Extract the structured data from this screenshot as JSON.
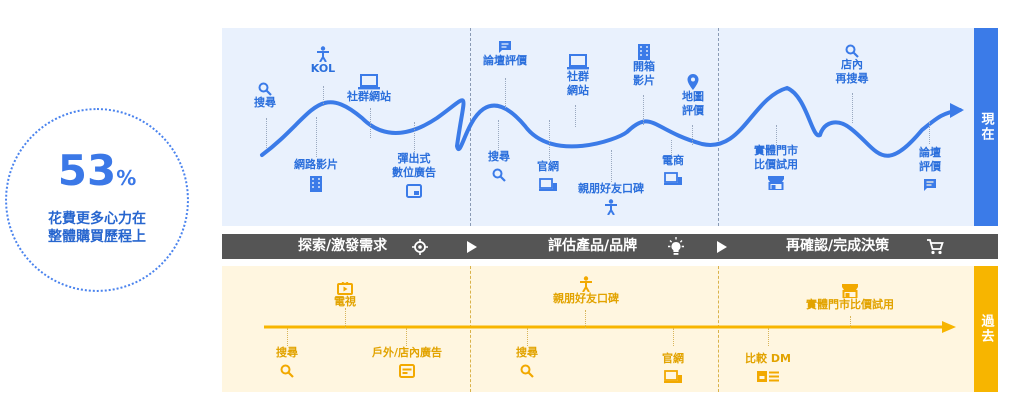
{
  "stat": {
    "value": "53",
    "unit": "%",
    "caption_line1": "花費更多心力在",
    "caption_line2": "整體購買歷程上"
  },
  "tabs": {
    "present": "現在",
    "past": "過去"
  },
  "stages": {
    "explore": "探索/激發需求",
    "evaluate": "評估產品/品牌",
    "decide": "再確認/完成決策"
  },
  "present_touchpoints": {
    "search1": "搜尋",
    "kol": "KOL",
    "social1": "社群網站",
    "video1": "網路影片",
    "popup_ad_line1": "彈出式",
    "popup_ad_line2": "數位廣告",
    "forum1": "論壇評價",
    "search2": "搜尋",
    "official_site": "官網",
    "social2_line1": "社群",
    "social2_line2": "網站",
    "friends": "親朋好友口碑",
    "unboxing_line1": "開箱",
    "unboxing_line2": "影片",
    "ecommerce": "電商",
    "map_review_line1": "地圖",
    "map_review_line2": "評價",
    "store_trial_line1": "實體門市",
    "store_trial_line2": "比價試用",
    "instore_search_line1": "店內",
    "instore_search_line2": "再搜尋",
    "forum2_line1": "論壇",
    "forum2_line2": "評價"
  },
  "past_touchpoints": {
    "tv": "電視",
    "search": "搜尋",
    "outdoor_ad": "戶外/店內廣告",
    "friends": "親朋好友口碑",
    "search2": "搜尋",
    "official_site": "官網",
    "compare_dm": "比較 DM",
    "store_trial": "實體門市比價試用"
  },
  "colors": {
    "blue": "#3b7be8",
    "yellow": "#f7b500",
    "dark_bar": "#555555"
  }
}
